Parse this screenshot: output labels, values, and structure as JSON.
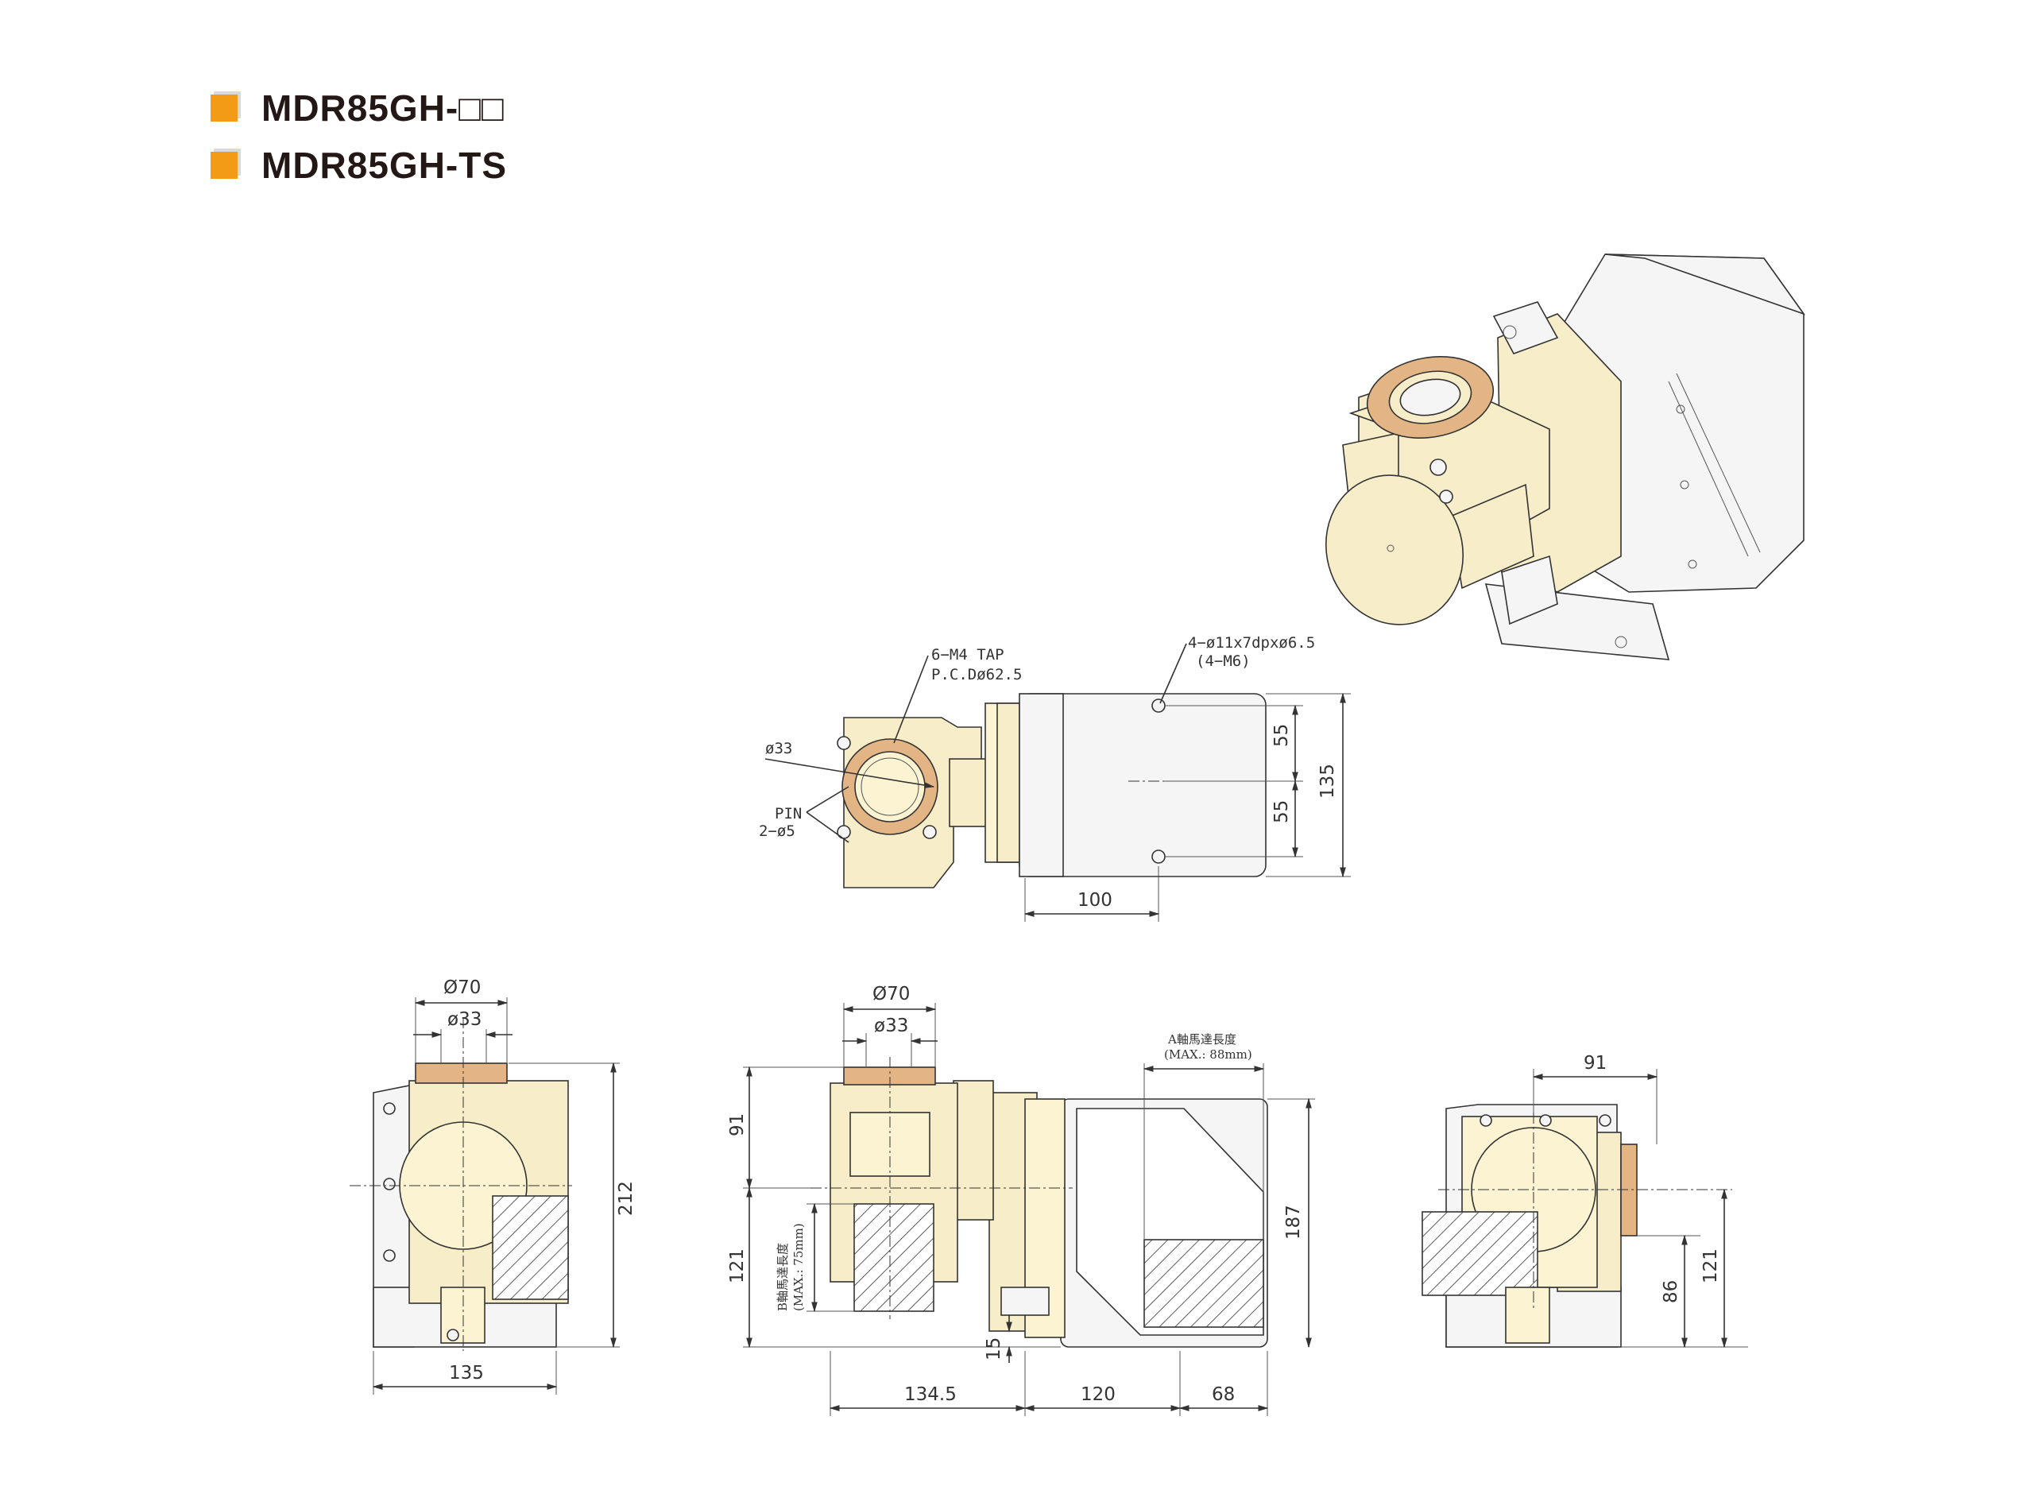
{
  "header": {
    "titles": [
      "MDR85GH-□□",
      "MDR85GH-TS"
    ],
    "bullet_color": "#f39a16"
  },
  "top_view": {
    "tap_label": "6−M4 TAP",
    "pcd_label": "P.C.Dø62.5",
    "bore_label": "ø33",
    "pin_label": "PIN",
    "pin_size_label": "2−ø5",
    "hole_label": "4−ø11x7dpxø6.5",
    "hole_sub_label": "(4−M6)",
    "dim_55_upper": "55",
    "dim_55_lower": "55",
    "dim_135": "135",
    "dim_100": "100"
  },
  "left_view": {
    "dia_70": "Ø70",
    "dia_33": "ø33",
    "height_212": "212",
    "width_135": "135"
  },
  "front_view": {
    "dia_70": "Ø70",
    "dia_33": "ø33",
    "height_91": "91",
    "height_121": "121",
    "b_axis_motor": "B軸馬達長度",
    "b_axis_max": "(MAX.: 75mm)",
    "a_axis_motor": "A軸馬達長度",
    "a_axis_max": "(MAX.: 88mm)",
    "height_187": "187",
    "dim_15": "15",
    "dim_134_5": "134.5",
    "dim_120": "120",
    "dim_68": "68"
  },
  "right_view": {
    "dim_91": "91",
    "dim_86": "86",
    "dim_121": "121"
  },
  "colors": {
    "body": "#fbf3d2",
    "copper": "#e4b584",
    "housing": "#f5f5f5",
    "line": "#333333"
  }
}
